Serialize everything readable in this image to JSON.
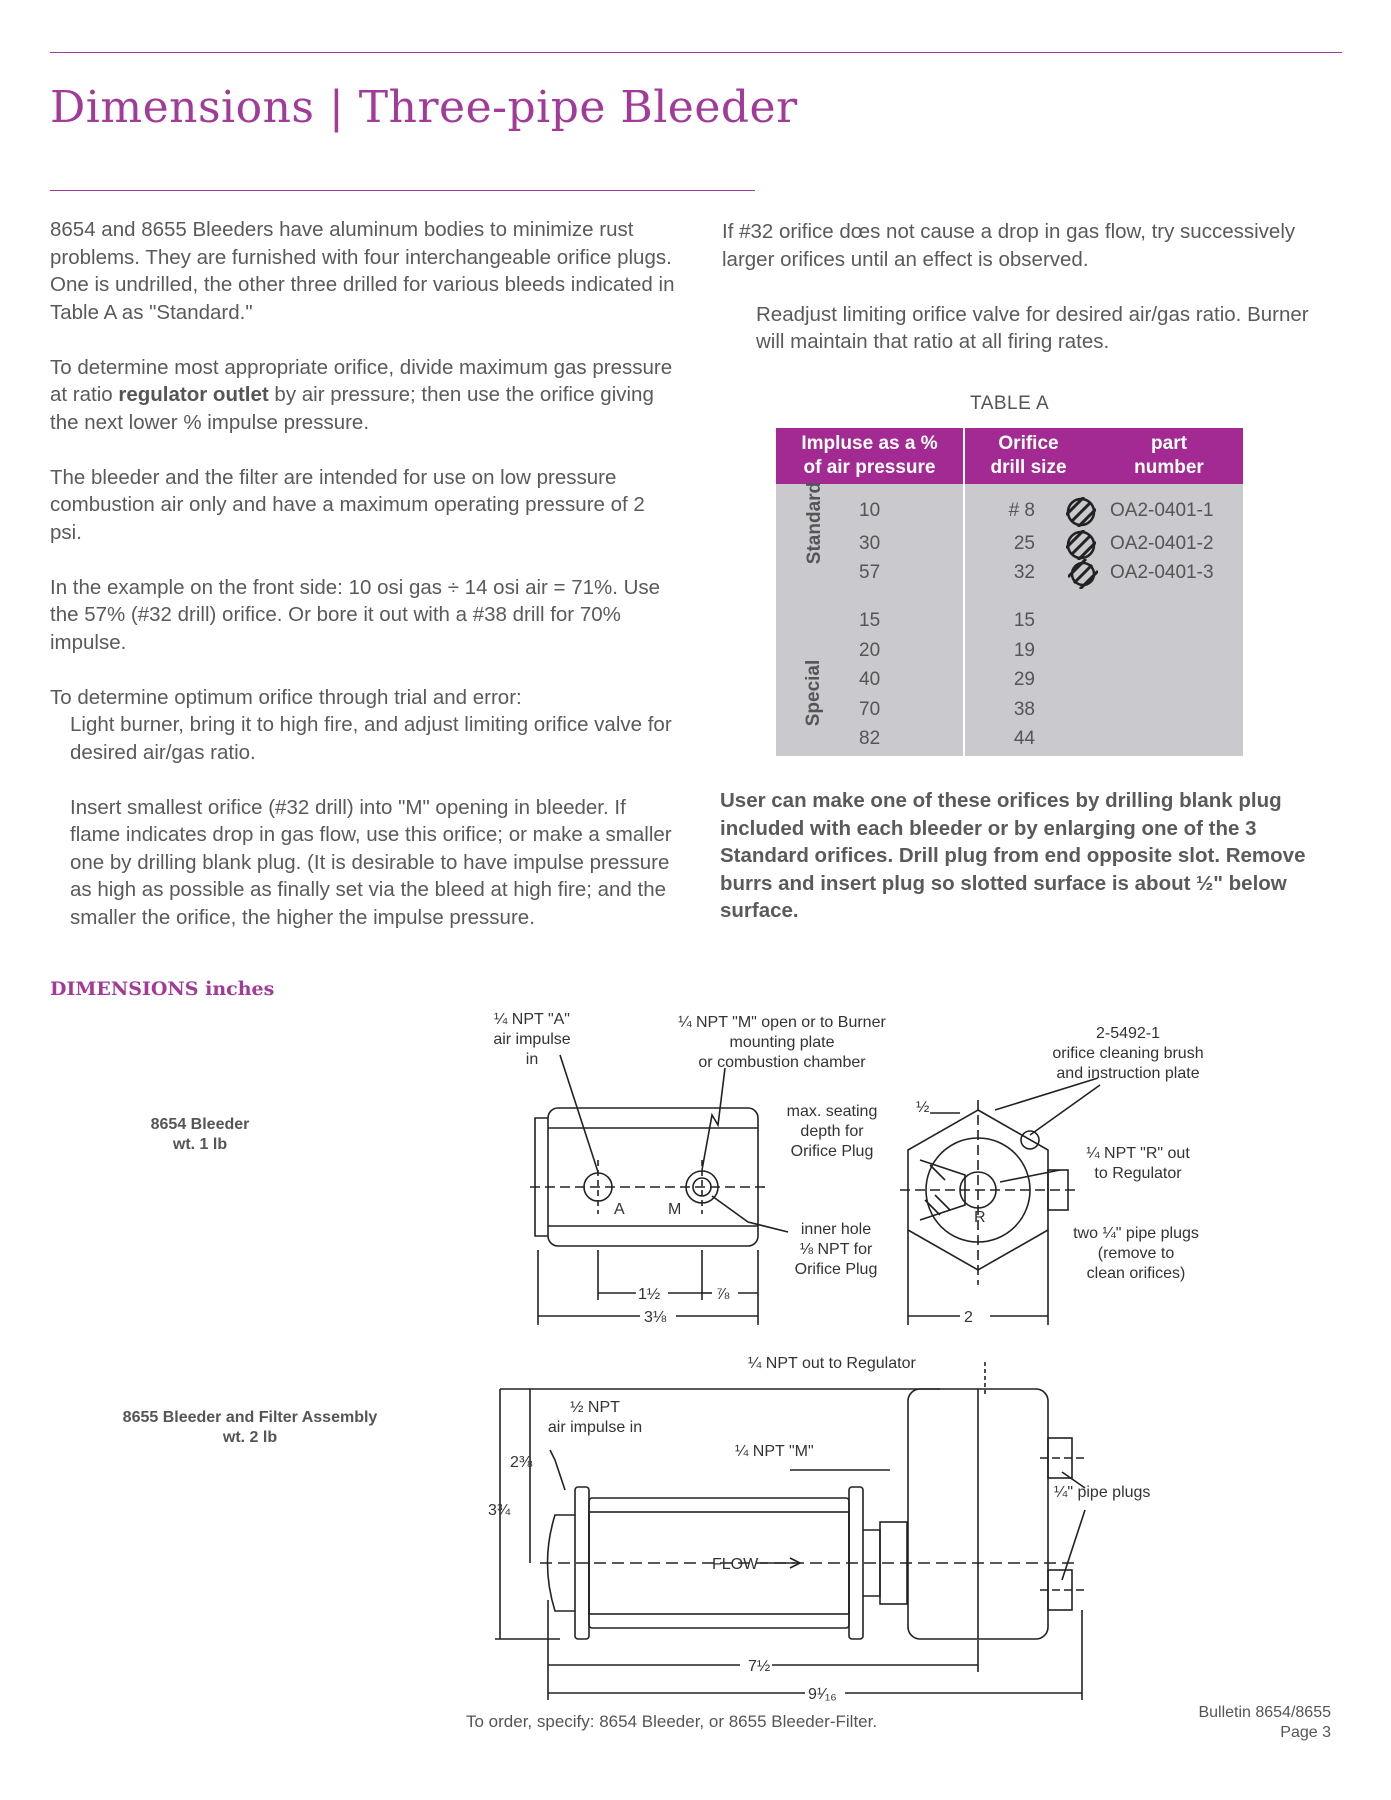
{
  "page": {
    "title": "Dimensions | Three-pipe Bleeder",
    "left_col": {
      "p1": "8654 and 8655 Bleeders have aluminum bodies to minimize rust problems. They are furnished with four interchangeable orifice plugs. One is undrilled, the other three drilled for various bleeds indicated in Table A as \"Standard.\"",
      "p2_a": "To determine most appropriate orifice, divide maximum gas pressure at ratio ",
      "p2_bold": "regulator outlet",
      "p2_b": " by air pressure; then use the orifice giving the next lower % impulse pressure.",
      "p3": "The bleeder and the filter are intended for use on low pressure combustion air only and have a maximum operating pressure of 2 psi.",
      "p4": "In the example on the front side: 10 osi gas ÷ 14 osi air = 71%. Use the 57% (#32 drill) orifice. Or bore it out with a #38 drill for 70% impulse.",
      "p5_lead": "To determine optimum orifice through trial and error:",
      "p5_step": "Light burner, bring it to high fire, and adjust limiting orifice valve for desired air/gas ratio.",
      "p6": "Insert smallest orifice (#32 drill) into \"M\" opening in bleeder. If flame indicates drop in gas flow, use this orifice; or make a smaller one by drilling blank plug. (It is desirable to have impulse pressure as high as possible as finally set via the bleed at high fire; and the smaller the orifice, the higher the impulse pressure."
    },
    "right_col": {
      "p1": "If #32 orifice dœs not cause a drop in gas flow, try successively larger orifices until an effect is observed.",
      "p2": "Readjust limiting orifice valve for desired air/gas ratio. Burner will maintain that ratio at all firing rates."
    },
    "table": {
      "caption": "TABLE A",
      "headers": [
        "Impluse as a %\nof air pressure",
        "Orifice\ndrill size",
        "part\nnumber"
      ],
      "groups": [
        "Standard",
        "Special"
      ],
      "standard_rows": [
        {
          "impulse": "10",
          "drill": "# 8",
          "part": "OA2-0401-1"
        },
        {
          "impulse": "30",
          "drill": "25",
          "part": "OA2-0401-2"
        },
        {
          "impulse": "57",
          "drill": "32",
          "part": "OA2-0401-3"
        }
      ],
      "special_rows": [
        {
          "impulse": "15",
          "drill": "15"
        },
        {
          "impulse": "20",
          "drill": "19"
        },
        {
          "impulse": "40",
          "drill": "29"
        },
        {
          "impulse": "70",
          "drill": "38"
        },
        {
          "impulse": "82",
          "drill": "44"
        }
      ]
    },
    "table_note": "User can make one of these orifices by drilling blank plug included with each bleeder or by enlarging one of the 3 Standard orifices. Drill plug from end opposite slot. Remove burrs and insert plug so slotted surface is about ½\" below surface.",
    "dimensions_heading": "DIMENSIONS inches",
    "models": {
      "m8654": {
        "name": "8654 Bleeder",
        "weight": "wt. 1 lb"
      },
      "m8655": {
        "name": "8655 Bleeder and Filter Assembly",
        "weight": "wt. 2 lb"
      }
    },
    "drawing1": {
      "npt_a": [
        "¼ NPT \"A\"",
        "air impulse",
        "in"
      ],
      "npt_m": [
        "¼ NPT \"M\" open or to Burner",
        "mounting plate",
        "or combustion chamber"
      ],
      "brush": [
        "2-5492-1",
        "orifice cleaning brush",
        "and instruction plate"
      ],
      "seating": [
        "max. seating",
        "depth for",
        "Orifice Plug"
      ],
      "half": "½",
      "npt_r": [
        "¼ NPT \"R\" out",
        "to Regulator"
      ],
      "inner_hole": [
        "inner hole",
        "⅛ NPT for",
        "Orifice Plug"
      ],
      "pipe_plugs": [
        "two ¼\" pipe plugs",
        "(remove to",
        "clean orifices)"
      ],
      "label_a": "A",
      "label_m": "M",
      "label_r": "R",
      "dim_1_5": "1½",
      "dim_7_8": "⅞",
      "dim_3_1_8": "3⅛",
      "dim_2": "2"
    },
    "drawing2": {
      "npt_out": "¼ NPT out to Regulator",
      "half_npt": [
        "½ NPT",
        "air impulse in"
      ],
      "npt_m": "¼ NPT \"M\"",
      "pipe_plugs": "¼\" pipe plugs",
      "flow": "FLOW",
      "dim_2_3_8": "2⅜",
      "dim_3_3_4": "3¾",
      "dim_7_5": "7½",
      "dim_9_1_16": "9¹⁄₁₆"
    },
    "footer": {
      "order": "To order, specify:  8654 Bleeder, or 8655 Bleeder-Filter.",
      "bulletin": "Bulletin 8654/8655",
      "page": "Page 3"
    }
  }
}
